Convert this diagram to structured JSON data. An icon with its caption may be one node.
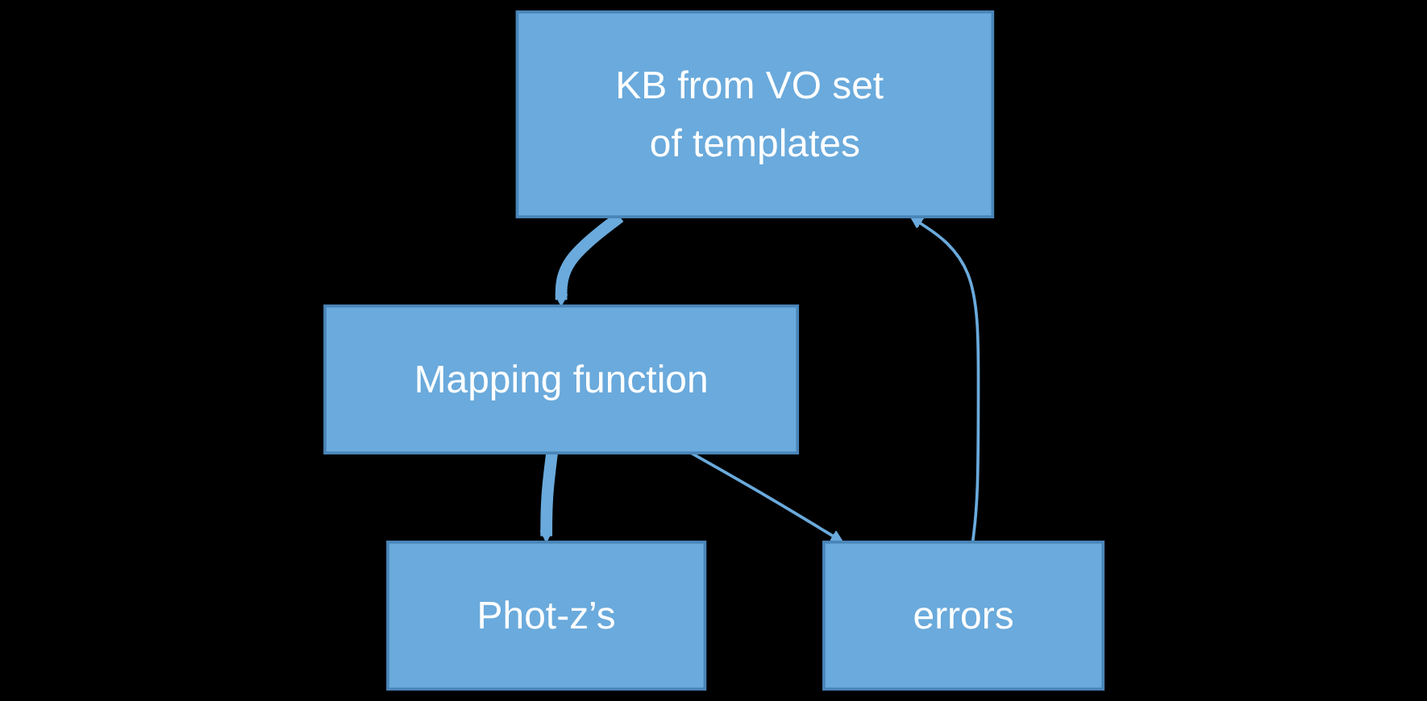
{
  "diagram": {
    "nodes": [
      {
        "text": [
          "KB from VO set of templates"
        ]
      },
      {
        "text": [
          "Mapping function"
        ]
      },
      {
        "text": [
          "Phot-z’s"
        ]
      },
      {
        "text": [
          "errors"
        ]
      }
    ],
    "edges": [
      {
        "from": 0,
        "to": 1,
        "arrow": "to",
        "style": "thick"
      },
      {
        "from": 1,
        "to": 2,
        "arrow": "to",
        "style": "thick"
      },
      {
        "from": 1,
        "to": 3,
        "arrow": "to"
      },
      {
        "from": 3,
        "to": 0,
        "arrow": "to"
      }
    ]
  }
}
